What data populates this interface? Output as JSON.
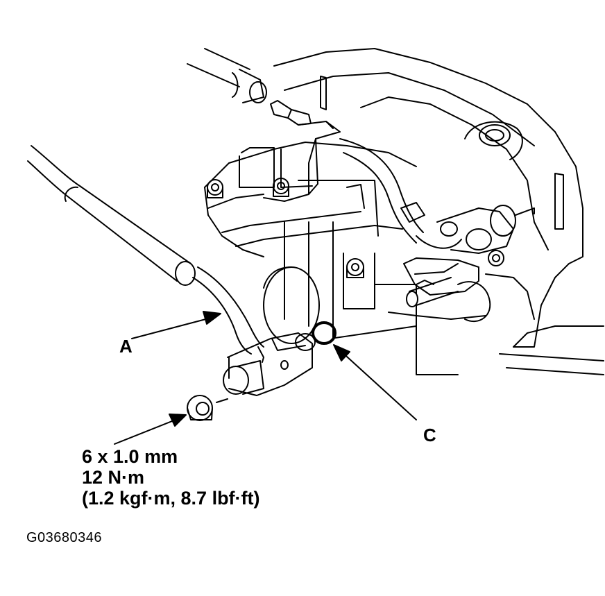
{
  "labels": {
    "a": "A",
    "c": "C"
  },
  "spec": {
    "thread": "6 x 1.0 mm",
    "torque": "12 N·m",
    "torque_alt": "(1.2 kgf·m, 8.7 lbf·ft)"
  },
  "figure_id": "G03680346"
}
